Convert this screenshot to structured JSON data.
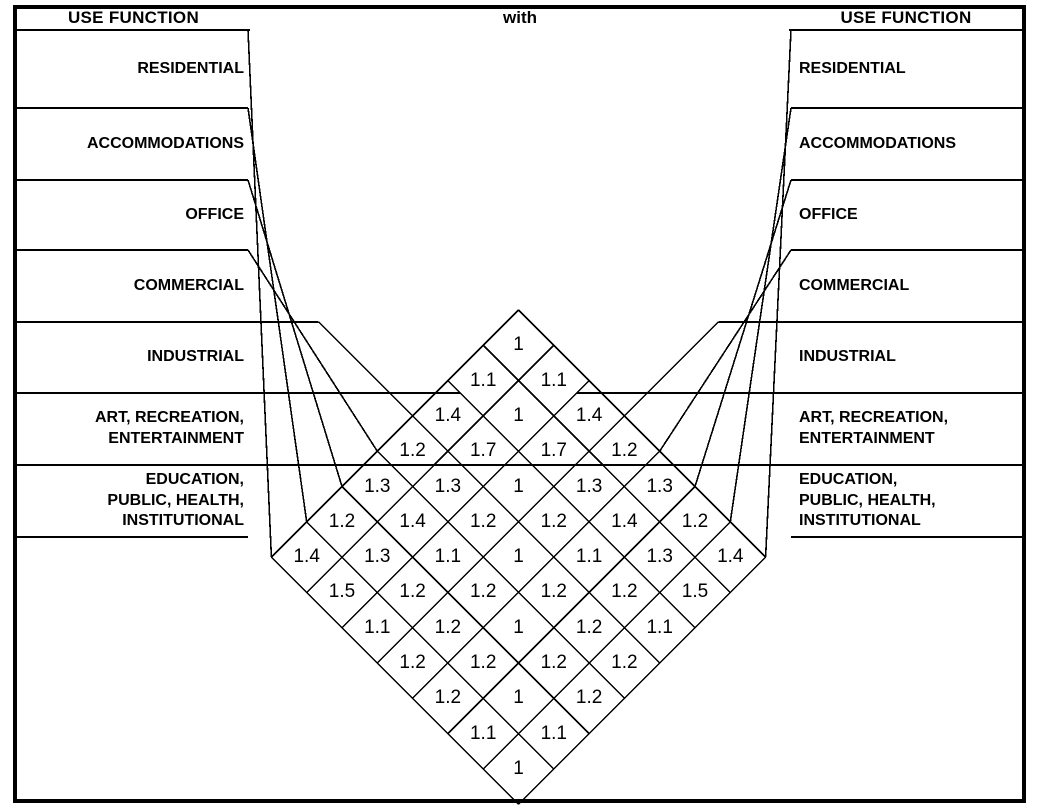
{
  "header": {
    "left_title": "USE FUNCTION",
    "center_title": "with",
    "right_title": "USE FUNCTION"
  },
  "colors": {
    "ink": "#000000",
    "paper": "#ffffff"
  },
  "use_functions": [
    {
      "id": "residential",
      "lines": [
        "RESIDENTIAL"
      ]
    },
    {
      "id": "accommodations",
      "lines": [
        "ACCOMMODATIONS"
      ]
    },
    {
      "id": "office",
      "lines": [
        "OFFICE"
      ]
    },
    {
      "id": "commercial",
      "lines": [
        "COMMERCIAL"
      ]
    },
    {
      "id": "industrial",
      "lines": [
        "INDUSTRIAL"
      ]
    },
    {
      "id": "art-recreation-entertainment",
      "lines": [
        "ART, RECREATION,",
        "ENTERTAINMENT"
      ]
    },
    {
      "id": "education-public-health-institutional",
      "lines": [
        "EDUCATION,",
        "PUBLIC, HEALTH,",
        "INSTITUTIONAL"
      ]
    }
  ],
  "labels_left": [
    "RESIDENTIAL",
    "ACCOMMODATIONS",
    "OFFICE",
    "COMMERCIAL",
    "INDUSTRIAL",
    "ART, RECREATION,\nENTERTAINMENT",
    "EDUCATION,\nPUBLIC, HEALTH,\nINSTITUTIONAL"
  ],
  "labels_right": [
    "RESIDENTIAL",
    "ACCOMMODATIONS",
    "OFFICE",
    "COMMERCIAL",
    "INDUSTRIAL",
    "ART, RECREATION,\nENTERTAINMENT",
    "EDUCATION,\nPUBLIC, HEALTH,\nINSTITUTIONAL"
  ],
  "chart_data": {
    "type": "heatmap",
    "title": "USE FUNCTION with USE FUNCTION",
    "subtitle": "Correlation roof matrix (House of Quality)",
    "xlabel": "USE FUNCTION",
    "ylabel": "USE FUNCTION",
    "grid": true,
    "legend": "none",
    "categories": [
      "RESIDENTIAL",
      "ACCOMMODATIONS",
      "OFFICE",
      "COMMERCIAL",
      "INDUSTRIAL",
      "ART, RECREATION, ENTERTAINMENT",
      "EDUCATION, PUBLIC, HEALTH, INSTITUTIONAL"
    ],
    "value_range": [
      1,
      1.7
    ],
    "matrix_orientation": "diamond-roof",
    "diamond_rows": [
      {
        "row": 1,
        "values": [
          "1"
        ]
      },
      {
        "row": 2,
        "values": [
          "1.1",
          "1.1"
        ]
      },
      {
        "row": 3,
        "values": [
          "1.4",
          "1",
          "1.4"
        ]
      },
      {
        "row": 4,
        "values": [
          "1.2",
          "1.7",
          "1.7",
          "1.2"
        ]
      },
      {
        "row": 5,
        "values": [
          "1.3",
          "1.3",
          "1",
          "1.3",
          "1.3"
        ]
      },
      {
        "row": 6,
        "values": [
          "1.2",
          "1.4",
          "1.2",
          "1.2",
          "1.4",
          "1.2"
        ]
      },
      {
        "row": 7,
        "values": [
          "1.4",
          "1.3",
          "1.1",
          "1",
          "1.1",
          "1.3",
          "1.4"
        ]
      },
      {
        "row": 8,
        "values": [
          "1.5",
          "1.2",
          "1.2",
          "1.2",
          "1.2",
          "1.5"
        ]
      },
      {
        "row": 9,
        "values": [
          "1.1",
          "1.2",
          "1",
          "1.2",
          "1.1"
        ]
      },
      {
        "row": 10,
        "values": [
          "1.2",
          "1.2",
          "1.2",
          "1.2"
        ]
      },
      {
        "row": 11,
        "values": [
          "1.2",
          "1",
          "1.2"
        ]
      },
      {
        "row": 12,
        "values": [
          "1.1",
          "1.1"
        ]
      },
      {
        "row": 13,
        "values": [
          "1"
        ]
      }
    ],
    "symmetric_matrix": [
      [
        "1",
        "1.1",
        "1.4",
        "1.2",
        "1.3",
        "1.2",
        "1.4"
      ],
      [
        "1.1",
        "1",
        "1.7",
        "1.3",
        "1.4",
        "1.3",
        "1.5"
      ],
      [
        "1.4",
        "1.7",
        "1",
        "1.2",
        "1.1",
        "1.2",
        "1.1"
      ],
      [
        "1.2",
        "1.3",
        "1.2",
        "1",
        "1.2",
        "1.2",
        "1.2"
      ],
      [
        "1.3",
        "1.4",
        "1.1",
        "1.2",
        "1",
        "1.1",
        "1.2"
      ],
      [
        "1.2",
        "1.3",
        "1.2",
        "1.2",
        "1.1",
        "1",
        "1.1"
      ],
      [
        "1.4",
        "1.5",
        "1.1",
        "1.2",
        "1.2",
        "1.1",
        "1"
      ]
    ]
  }
}
